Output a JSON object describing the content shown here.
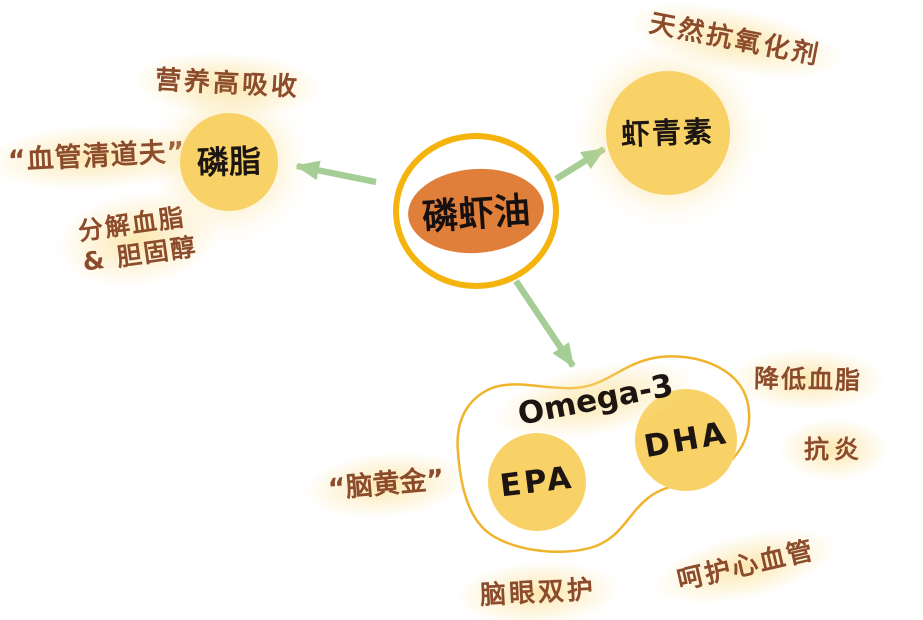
{
  "colors": {
    "node_fill": "#F8D266",
    "node_stroke_gold": "#F4B40D",
    "center_fill": "#E07F3A",
    "blob_stroke": "#EFB42B",
    "arrow_green": "#A5CE96",
    "label_brown": "#8C4B2B",
    "text_black": "#1c1512"
  },
  "center": {
    "label": "磷虾油"
  },
  "branches": {
    "phospholipid": {
      "node": "磷脂",
      "top": "营养高吸收",
      "left": "“血管清道夫”",
      "bottom1": "分解血脂",
      "bottom2": "& 胆固醇"
    },
    "astaxanthin": {
      "node": "虾青素",
      "top": "天然抗氧化剂"
    },
    "omega3": {
      "group": "Omega-3",
      "epa": "EPA",
      "dha": "DHA",
      "left": "“脑黄金”",
      "right1": "降低血脂",
      "right2": "抗炎",
      "bottom_right": "呵护心血管",
      "bottom": "脑眼双护"
    }
  }
}
